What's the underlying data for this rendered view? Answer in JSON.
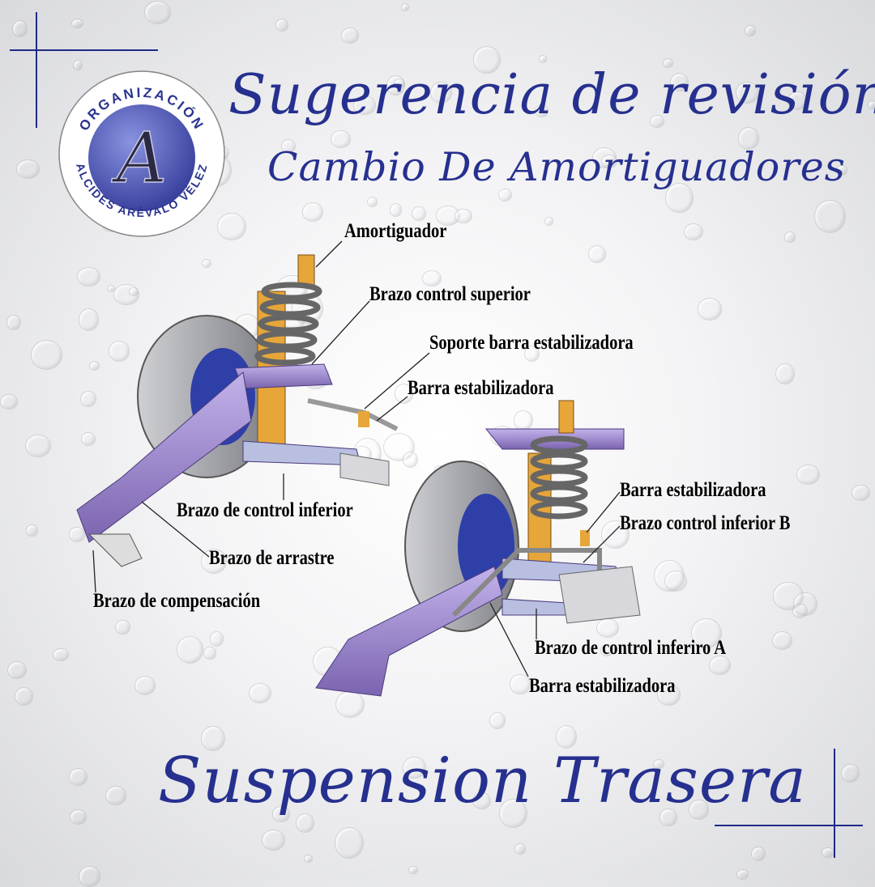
{
  "logo": {
    "top_text": "ORGANIZACIÓN",
    "bottom_text": "ALCIDES ARÉVALO VÉLEZ",
    "monogram": "A"
  },
  "title": {
    "line1": "Sugerencia de revisión",
    "line2": "Cambio De Amortiguadores"
  },
  "footer_title": "Suspension Trasera",
  "labels": {
    "amortiguador": "Amortiguador",
    "brazo_control_superior": "Brazo control superior",
    "soporte_barra": "Soporte barra estabilizadora",
    "barra_estabilizadora_1": "Barra estabilizadora",
    "brazo_control_inferior": "Brazo de control inferior",
    "brazo_arrastre": "Brazo de arrastre",
    "brazo_compensacion": "Brazo de compensación",
    "barra_estabilizadora_2": "Barra estabilizadora",
    "brazo_control_inferior_b": "Brazo control inferior B",
    "brazo_control_inferior_a": "Brazo de control inferiro A",
    "barra_estabilizadora_3": "Barra estabilizadora"
  },
  "colors": {
    "title": "#26308f",
    "frame_lines": "#1f2a86",
    "arms": "#9a86c9",
    "spring": "#e6a63a",
    "wheel": "#9a9ba0"
  }
}
